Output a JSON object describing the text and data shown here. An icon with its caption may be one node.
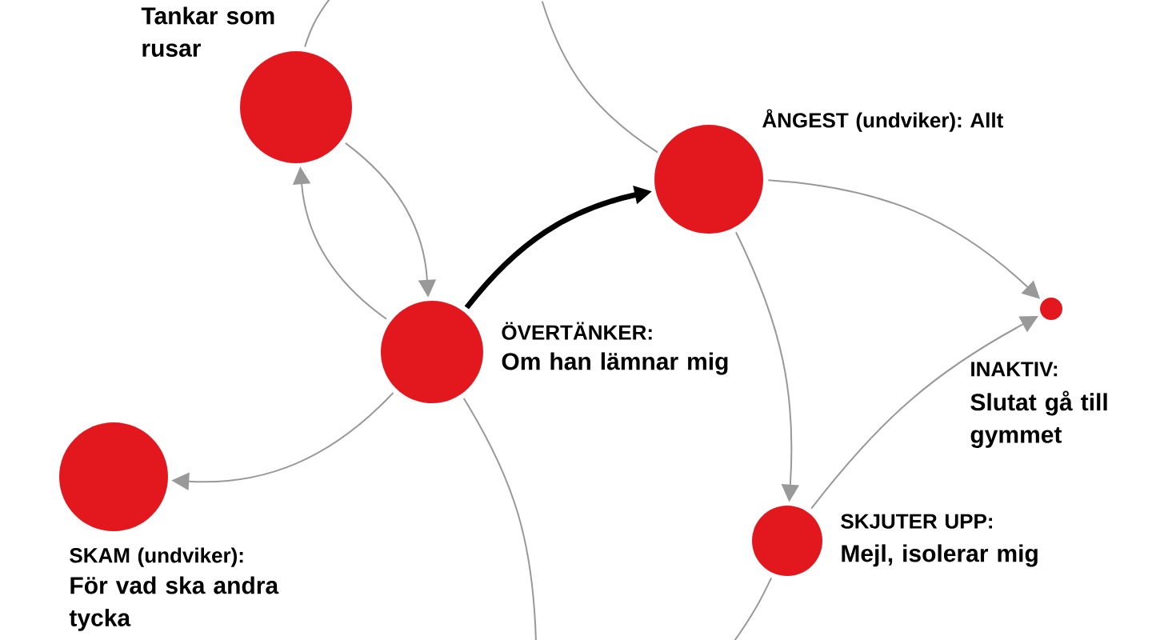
{
  "diagram": {
    "nodes": [
      {
        "text": [
          "Tankar som rusar"
        ]
      },
      {
        "text": [
          "ÅNGEST (undviker): Allt"
        ]
      },
      {
        "text": [
          "ÖVERTÄNKER:",
          "Om han lämnar mig"
        ]
      },
      {
        "text": [
          "SKAM (undviker):",
          "För vad ska andra tycka"
        ]
      },
      {
        "text": [
          "INAKTIV:",
          "Slutat gå till gymmet"
        ]
      },
      {
        "text": [
          "SKJUTER UPP:",
          "Mejl, isolerar mig"
        ]
      }
    ],
    "edges": [
      {
        "from": 0,
        "to": 2,
        "arrow": "to"
      },
      {
        "from": 2,
        "to": 0,
        "arrow": "to"
      },
      {
        "from": 2,
        "to": 1,
        "arrow": "to",
        "style": "thick",
        "color": "#000000"
      },
      {
        "from": 1,
        "to": 4,
        "arrow": "to"
      },
      {
        "from": 1,
        "to": 5,
        "arrow": "to"
      },
      {
        "from": 5,
        "to": 4,
        "arrow": "to"
      },
      {
        "from": 2,
        "to": 3,
        "arrow": "to"
      },
      {
        "from": 2,
        "to": null,
        "arrow": "none"
      },
      {
        "from": 0,
        "to": null,
        "arrow": "none"
      },
      {
        "from": null,
        "to": 1,
        "arrow": "none"
      },
      {
        "from": 5,
        "to": null,
        "arrow": "none"
      }
    ]
  }
}
